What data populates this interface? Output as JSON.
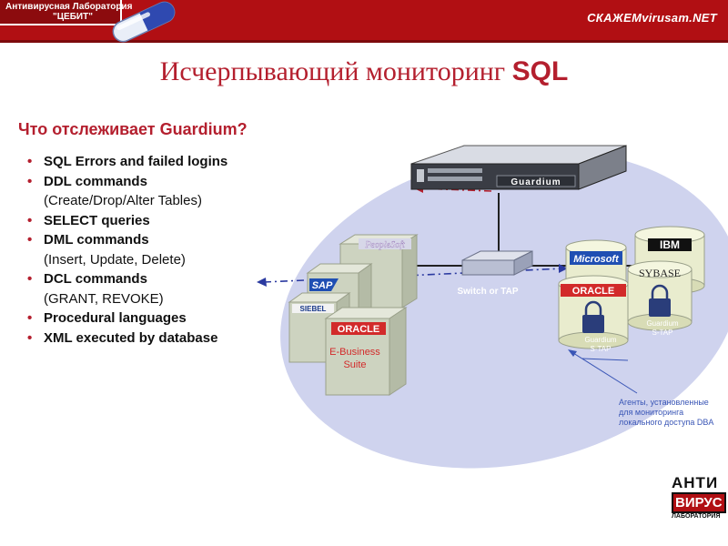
{
  "header": {
    "logo_line1": "Антивирусная Лаборатория",
    "logo_line2": "\"ЦЕБИТ\"",
    "site_prefix": "СКАЖЕМ",
    "site_name": "virusam.NET"
  },
  "title": {
    "text": "Исчерпывающий мониторинг",
    "bold": "SQL"
  },
  "question": "Что отслеживает Guardium?",
  "items": [
    {
      "main": "SQL Errors and failed logins",
      "sub": ""
    },
    {
      "main": "DDL commands",
      "sub": "(Create/Drop/Alter Tables)"
    },
    {
      "main": "SELECT queries",
      "sub": ""
    },
    {
      "main": "DML commands",
      "sub": "(Insert, Update, Delete)"
    },
    {
      "main": "DCL commands",
      "sub": "(GRANT, REVOKE)"
    },
    {
      "main": "Procedural languages",
      "sub": ""
    },
    {
      "main": "XML executed by database",
      "sub": ""
    }
  ],
  "diagram": {
    "appliance_label": "Guardium",
    "switch_label": "Switch or TAP",
    "apps": {
      "peoplesoft": "PeopleSoft",
      "sap": "SAP",
      "siebel": "SIEBEL",
      "oracle": "ORACLE",
      "ebs_line1": "E-Business",
      "ebs_line2": "Suite"
    },
    "dbs": {
      "microsoft": "Microsoft",
      "ibm": "IBM",
      "sybase": "SYBASE",
      "oracle": "ORACLE"
    },
    "stap1_line1": "Guardium",
    "stap1_line2": "S-TAP",
    "stap2_line1": "Guardium",
    "stap2_line2": "S-TAP"
  },
  "agents_note": "Агенты, установленные для мониторинга локального доступа DBA",
  "corner_logo": {
    "top": "АНТИ",
    "mid": "ВИРУС",
    "bottom": "ЛАБОРАТОРИЯ"
  },
  "colors": {
    "brand_red": "#b10f13",
    "title_red": "#b41f2e",
    "ellipse_blue": "#cfd3ee",
    "note_blue": "#3a56b6"
  }
}
